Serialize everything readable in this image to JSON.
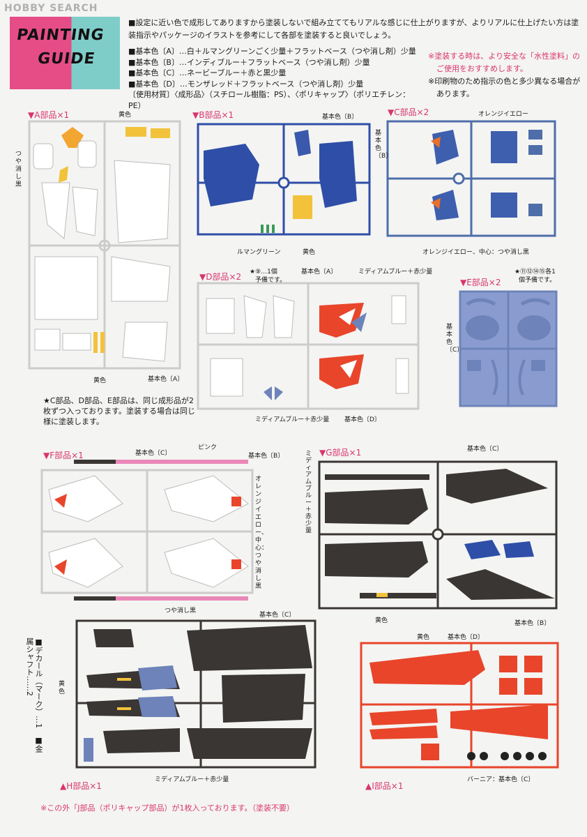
{
  "watermark": "HOBBY SEARCH",
  "logo": {
    "line1": "PAINTING",
    "line2": "GUIDE"
  },
  "intro": "■設定に近い色で成形してありますから塗装しないで組み立ててもリアルな感じに仕上がりますが、よりリアルに仕上げたい方は塗装指示やパッケージのイラストを参考にして各部を塗装すると良いでしょう。",
  "color_lines": [
    "■基本色〔A〕…白＋ルマングリーンごく少量＋フラットベース（つや消し剤）少量",
    "■基本色〔B〕…インディブルー＋フラットベース（つや消し剤）少量",
    "■基本色〔C〕…ネービーブルー＋赤と黒少量",
    "■基本色〔D〕…モンザレッド＋フラットベース（つや消し剤）少量",
    "〔使用材質〕〈成形品〉（スチロール樹脂：PS）、〈ポリキャップ〉（ポリエチレン：PE）"
  ],
  "notes": {
    "line1": "※塗装する時は、より安全な「水性塗料」の",
    "line2": "ご使用をおすすめします。",
    "line3": "※印刷物のため指示の色と多少異なる場合が",
    "line4": "あります。"
  },
  "sections": {
    "A": "▼A部品×1",
    "B": "▼B部品×1",
    "C": "▼C部品×2",
    "D": "▼D部品×2",
    "E": "▼E部品×2",
    "F": "▼F部品×1",
    "G": "▼G部品×1",
    "H": "▲H部品×1",
    "I": "▲I部品×1"
  },
  "labels": {
    "a_yellow": "黄色",
    "a_flat_black": "つや消し黒",
    "a_yellow2": "黄色",
    "a_base": "基本色〔A〕",
    "b_base": "基本色〔B〕",
    "b_green": "ルマングリーン",
    "b_yellow": "黄色",
    "c_orange": "オレンジイエロー",
    "c_base": "基本色〔B〕",
    "c_orange_center": "オレンジイエロー、中心：つや消し黒",
    "d_spare": "★⑨…1個",
    "d_spare2": "予備です。",
    "d_base_a": "基本色〔A〕",
    "d_medium": "ミディアムブルー＋赤少量",
    "d_medium2": "ミディアムブルー＋赤少量",
    "d_base_d": "基本色〔D〕",
    "e_spare": "★⑪⑫⑭⑮各1",
    "e_spare2": "個予備です。",
    "e_base": "基本色〔C〕",
    "f_base_c": "基本色〔C〕",
    "f_pink": "ピンク",
    "f_base_b": "基本色〔B〕",
    "f_orange": "オレンジイエロー、中心：つや消し黒",
    "f_flat_black": "つや消し黒",
    "g_base_c": "基本色〔C〕",
    "g_medium": "ミディアムブルー＋赤少量",
    "g_yellow": "黄色",
    "g_base_b": "基本色〔B〕",
    "h_base_c": "基本色〔C〕",
    "h_yellow": "黄色",
    "h_medium": "ミディアムブルー＋赤少量",
    "i_yellow": "黄色",
    "i_base_d": "基本色〔D〕",
    "i_vernier": "バーニア：基本色〔C〕"
  },
  "same_parts_note": "★C部品、D部品、E部品は、同じ成形品が2枚ずつ入っております。塗装する場合は同じ様に塗装します。",
  "accessories": "■デカール（マーク）…1　■金属シャフト……2",
  "footer": "※この外「J部品（ポリキャップ部品）が1枚入っております。（塗装不要）",
  "colors": {
    "pink": "#d8356f",
    "white_runner": "#f7f7f5",
    "blue": "#2e4ea8",
    "navy": "#4e6ea9",
    "slate": "#6d83b9",
    "dark": "#3a3633",
    "red": "#e8452b",
    "yellow": "#f2c23b"
  }
}
